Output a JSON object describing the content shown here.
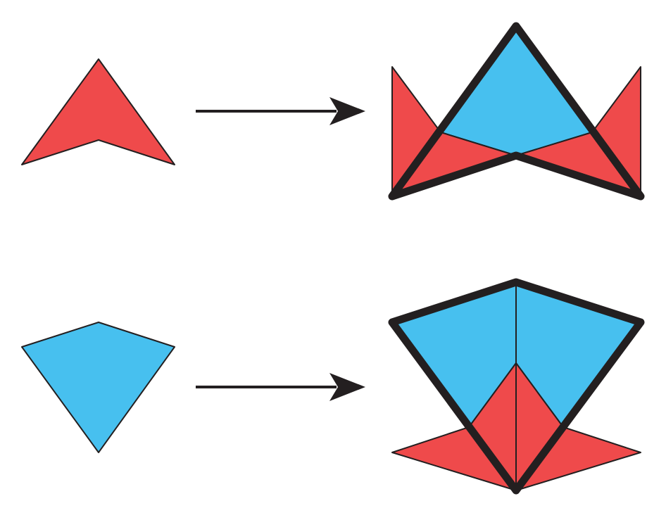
{
  "colors": {
    "red_tile": "#ef4a4b",
    "blue_tile": "#47c0ef",
    "ink": "#231f20",
    "background": "#ffffff"
  },
  "rows": [
    {
      "source": "dart",
      "target": "dart-substitution"
    },
    {
      "source": "kite",
      "target": "kite-substitution"
    }
  ]
}
